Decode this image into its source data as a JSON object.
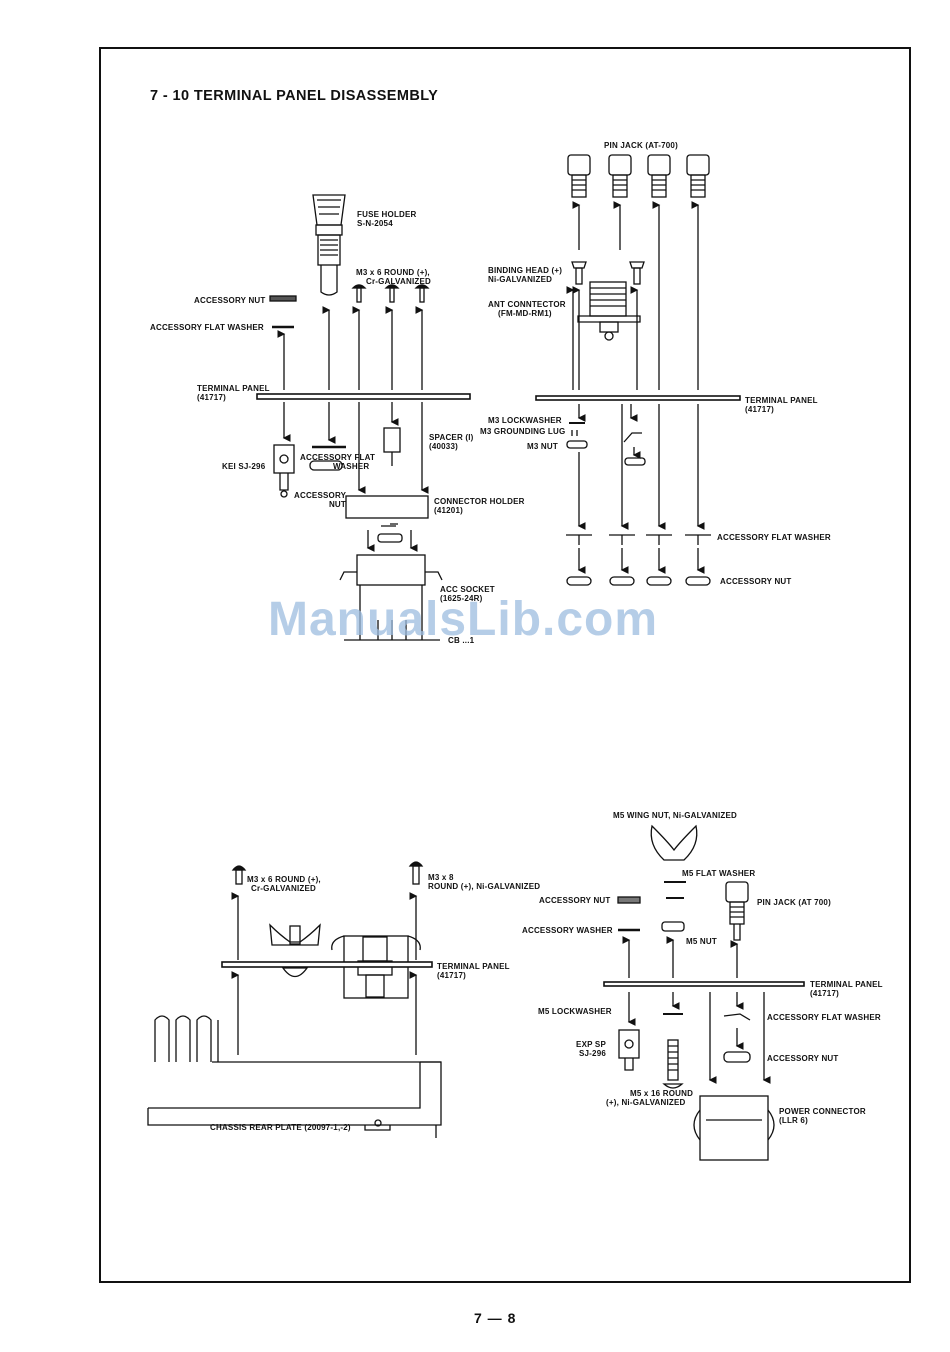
{
  "title": "7 - 10  TERMINAL PANEL DISASSEMBLY",
  "page_number": "7 — 8",
  "watermark": "ManualsLib.com",
  "top_left": {
    "fuse_holder": [
      "FUSE HOLDER",
      "S-N-2054"
    ],
    "m3_screw": [
      "M3 x 6 ROUND (+),",
      "Cr-GALVANIZED"
    ],
    "accessory_nut": "ACCESSORY NUT",
    "accessory_flat_washer": "ACCESSORY FLAT WASHER",
    "terminal_panel": [
      "TERMINAL PANEL",
      "(41717)"
    ],
    "kei": "KEI SJ-296",
    "acc_flat_washer": [
      "ACCESSORY FLAT",
      "WASHER"
    ],
    "acc_nut": [
      "ACCESSORY",
      "NUT"
    ],
    "spacer": [
      "SPACER (I)",
      "(40033)"
    ],
    "connector_holder": [
      "CONNECTOR HOLDER",
      "(41201)"
    ],
    "acc_socket": [
      "ACC SOCKET",
      "(1625-24R)"
    ],
    "pcb": "CB ...1"
  },
  "top_right": {
    "pin_jack": "PIN JACK (AT-700)",
    "binding_head": [
      "BINDING HEAD (+)",
      "Ni-GALVANIZED"
    ],
    "ant_connector": [
      "ANT CONNTECTOR",
      "(FM-MD-RM1)"
    ],
    "terminal_panel": [
      "TERMINAL PANEL",
      "(41717)"
    ],
    "m3_lockwasher": "M3 LOCKWASHER",
    "m3_grounding_lug": "M3 GROUNDING LUG",
    "m3_nut": "M3 NUT",
    "accessory_flat_washer": "ACCESSORY FLAT WASHER",
    "accessory_nut": "ACCESSORY NUT"
  },
  "bottom_left": {
    "m3x6": [
      "M3 x 6 ROUND (+),",
      "Cr-GALVANIZED"
    ],
    "m3x8": [
      "M3 x 8",
      "ROUND (+), Ni-GALVANIZED"
    ],
    "terminal_panel": [
      "TERMINAL PANEL",
      "(41717)"
    ],
    "chassis": "CHASSIS REAR PLATE (20097-1,-2)"
  },
  "bottom_right": {
    "m5_wing_nut": "M5 WING NUT, Ni-GALVANIZED",
    "m5_flat_washer": "M5 FLAT WASHER",
    "accessory_nut": "ACCESSORY NUT",
    "pin_jack": "PIN JACK (AT 700)",
    "accessory_washer": "ACCESSORY WASHER",
    "m5_nut": "M5 NUT",
    "terminal_panel": [
      "TERMINAL PANEL",
      "(41717)"
    ],
    "m5_lockwasher": "M5 LOCKWASHER",
    "accessory_flat_washer": "ACCESSORY FLAT WASHER",
    "exp_sp": [
      "EXP SP",
      "SJ-296"
    ],
    "accessory_nut2": "ACCESSORY NUT",
    "m5x16": [
      "M5 x 16 ROUND",
      "(+), Ni-GALVANIZED"
    ],
    "power_connector": [
      "POWER CONNECTOR",
      "(LLR 6)"
    ]
  }
}
